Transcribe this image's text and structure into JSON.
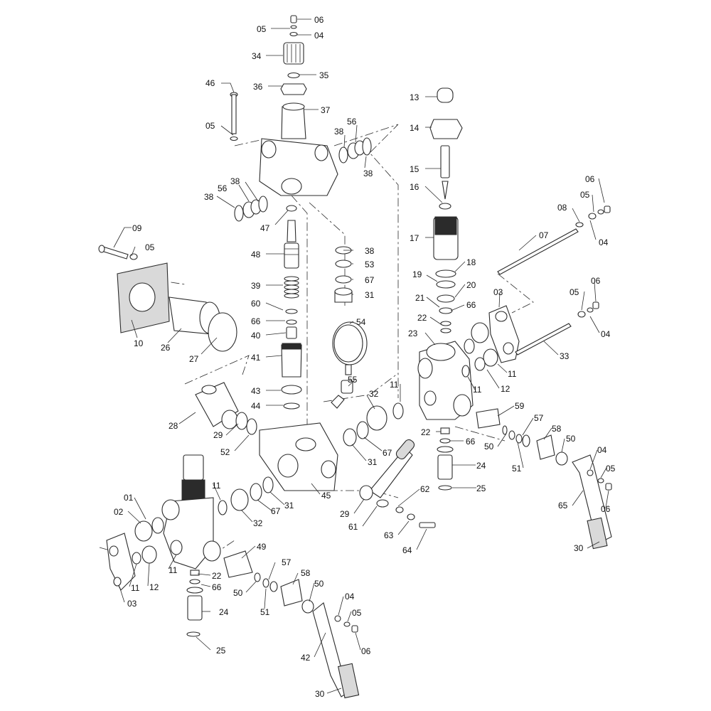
{
  "callouts": [
    {
      "id": "c1",
      "label": "06"
    },
    {
      "id": "c2",
      "label": "05"
    },
    {
      "id": "c3",
      "label": "04"
    },
    {
      "id": "c4",
      "label": "34"
    },
    {
      "id": "c5",
      "label": "35"
    },
    {
      "id": "c6",
      "label": "36"
    },
    {
      "id": "c7",
      "label": "37"
    },
    {
      "id": "c8",
      "label": "46"
    },
    {
      "id": "c9",
      "label": "05"
    },
    {
      "id": "c10",
      "label": "38"
    },
    {
      "id": "c11",
      "label": "56"
    },
    {
      "id": "c12",
      "label": "38"
    },
    {
      "id": "c13",
      "label": "38"
    },
    {
      "id": "c14",
      "label": "56"
    },
    {
      "id": "c15",
      "label": "38"
    },
    {
      "id": "c16",
      "label": "47"
    },
    {
      "id": "c17",
      "label": "48"
    },
    {
      "id": "c18",
      "label": "39"
    },
    {
      "id": "c19",
      "label": "60"
    },
    {
      "id": "c20",
      "label": "66"
    },
    {
      "id": "c21",
      "label": "40"
    },
    {
      "id": "c22",
      "label": "41"
    },
    {
      "id": "c23",
      "label": "43"
    },
    {
      "id": "c24",
      "label": "44"
    },
    {
      "id": "c25",
      "label": "09"
    },
    {
      "id": "c26",
      "label": "05"
    },
    {
      "id": "c27",
      "label": "10"
    },
    {
      "id": "c28",
      "label": "26"
    },
    {
      "id": "c29",
      "label": "27"
    },
    {
      "id": "c30",
      "label": "38"
    },
    {
      "id": "c31",
      "label": "53"
    },
    {
      "id": "c32",
      "label": "67"
    },
    {
      "id": "c33",
      "label": "31"
    },
    {
      "id": "c34",
      "label": "54"
    },
    {
      "id": "c35",
      "label": "13"
    },
    {
      "id": "c36",
      "label": "14"
    },
    {
      "id": "c37",
      "label": "15"
    },
    {
      "id": "c38",
      "label": "16"
    },
    {
      "id": "c39",
      "label": "17"
    },
    {
      "id": "c40",
      "label": "18"
    },
    {
      "id": "c41",
      "label": "19"
    },
    {
      "id": "c42",
      "label": "20"
    },
    {
      "id": "c43",
      "label": "21"
    },
    {
      "id": "c44",
      "label": "66"
    },
    {
      "id": "c45",
      "label": "22"
    },
    {
      "id": "c46",
      "label": "23"
    },
    {
      "id": "c47",
      "label": "07"
    },
    {
      "id": "c48",
      "label": "08"
    },
    {
      "id": "c49",
      "label": "06"
    },
    {
      "id": "c50",
      "label": "05"
    },
    {
      "id": "c51",
      "label": "04"
    },
    {
      "id": "c52",
      "label": "03"
    },
    {
      "id": "c53",
      "label": "05"
    },
    {
      "id": "c54",
      "label": "06"
    },
    {
      "id": "c55",
      "label": "04"
    },
    {
      "id": "c56",
      "label": "33"
    },
    {
      "id": "c57",
      "label": "11"
    },
    {
      "id": "c58",
      "label": "12"
    },
    {
      "id": "c59",
      "label": "11"
    },
    {
      "id": "c60",
      "label": "11"
    },
    {
      "id": "c61",
      "label": "28"
    },
    {
      "id": "c62",
      "label": "29"
    },
    {
      "id": "c63",
      "label": "52"
    },
    {
      "id": "c64",
      "label": "55"
    },
    {
      "id": "c65",
      "label": "32"
    },
    {
      "id": "c66",
      "label": "67"
    },
    {
      "id": "c67",
      "label": "31"
    },
    {
      "id": "c68",
      "label": "45"
    },
    {
      "id": "c69",
      "label": "59"
    },
    {
      "id": "c70",
      "label": "22"
    },
    {
      "id": "c71",
      "label": "66"
    },
    {
      "id": "c72",
      "label": "57"
    },
    {
      "id": "c73",
      "label": "50"
    },
    {
      "id": "c74",
      "label": "58"
    },
    {
      "id": "c75",
      "label": "51"
    },
    {
      "id": "c76",
      "label": "50"
    },
    {
      "id": "c77",
      "label": "24"
    },
    {
      "id": "c78",
      "label": "25"
    },
    {
      "id": "c79",
      "label": "04"
    },
    {
      "id": "c80",
      "label": "05"
    },
    {
      "id": "c81",
      "label": "06"
    },
    {
      "id": "c82",
      "label": "65"
    },
    {
      "id": "c83",
      "label": "30"
    },
    {
      "id": "c84",
      "label": "62"
    },
    {
      "id": "c85",
      "label": "29"
    },
    {
      "id": "c86",
      "label": "61"
    },
    {
      "id": "c87",
      "label": "63"
    },
    {
      "id": "c88",
      "label": "64"
    },
    {
      "id": "c89",
      "label": "01"
    },
    {
      "id": "c90",
      "label": "02"
    },
    {
      "id": "c91",
      "label": "11"
    },
    {
      "id": "c92",
      "label": "32"
    },
    {
      "id": "c93",
      "label": "67"
    },
    {
      "id": "c94",
      "label": "31"
    },
    {
      "id": "c95",
      "label": "11"
    },
    {
      "id": "c96",
      "label": "12"
    },
    {
      "id": "c97",
      "label": "11"
    },
    {
      "id": "c98",
      "label": "03"
    },
    {
      "id": "c99",
      "label": "49"
    },
    {
      "id": "c100",
      "label": "22"
    },
    {
      "id": "c101",
      "label": "66"
    },
    {
      "id": "c102",
      "label": "57"
    },
    {
      "id": "c103",
      "label": "50"
    },
    {
      "id": "c104",
      "label": "51"
    },
    {
      "id": "c105",
      "label": "58"
    },
    {
      "id": "c106",
      "label": "50"
    },
    {
      "id": "c107",
      "label": "24"
    },
    {
      "id": "c108",
      "label": "25"
    },
    {
      "id": "c109",
      "label": "04"
    },
    {
      "id": "c110",
      "label": "05"
    },
    {
      "id": "c111",
      "label": "06"
    },
    {
      "id": "c112",
      "label": "42"
    },
    {
      "id": "c113",
      "label": "30"
    }
  ]
}
